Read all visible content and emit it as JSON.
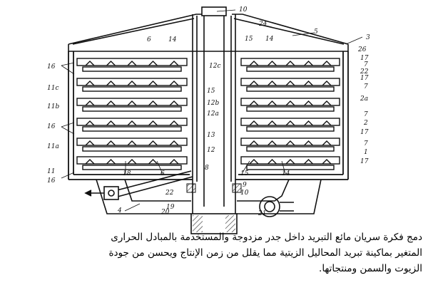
{
  "diagram": {
    "labels": {
      "l10top": "10",
      "l24": "24",
      "l5": "5",
      "l3": "3",
      "l6a": "6",
      "l14a": "14",
      "l15a": "15",
      "l14b": "14",
      "l26": "26",
      "l17a": "17",
      "l7a": "7",
      "l22a": "22",
      "l17b": "17",
      "l7b": "7",
      "l16a": "16",
      "l12c": "12c",
      "l11c": "11c",
      "l15b": "15",
      "l12b": "12b",
      "l2a": "2a",
      "l11b": "11b",
      "l12a": "12a",
      "l7c": "7",
      "l2": "2",
      "l16b": "16",
      "l13": "13",
      "l17c": "17",
      "l11a": "11a",
      "l12": "12",
      "l7d": "7",
      "l1": "1",
      "l11": "11",
      "l18": "18",
      "l6b": "6",
      "l8": "8",
      "l15c": "15",
      "l14c": "14",
      "l17d": "17",
      "l16c": "16",
      "l22b": "22",
      "l9": "9",
      "l10mid": "10",
      "l4": "4",
      "l20": "20",
      "l21": "21",
      "l19": "19"
    }
  },
  "caption": {
    "line1": "دمج فكرة سريان مائع التبريد داخل جدر مزدوجة والمستخدمة بالمبادل الحرارى",
    "line2": "المتغير بماكينة تبريد المحاليل الزيتية مما يقلل من زمن الإنتاج ويحسن من جودة",
    "line3": "الزيوت والسمن ومنتجاتها."
  }
}
